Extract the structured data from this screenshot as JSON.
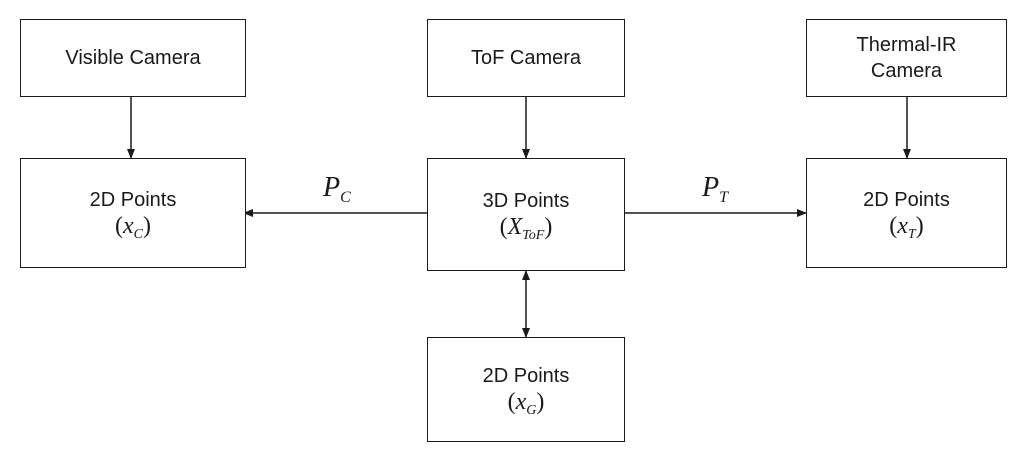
{
  "nodes": {
    "visible_camera": {
      "label": "Visible Camera"
    },
    "tof_camera": {
      "label": "ToF Camera"
    },
    "thermal_camera": {
      "line1": "Thermal-IR",
      "line2": "Camera"
    },
    "points_2d_c": {
      "label": "2D Points",
      "open": "(",
      "sym": "x",
      "sub": "C",
      "close": ")"
    },
    "points_3d": {
      "label": "3D Points",
      "open": "(",
      "sym": "X",
      "sub": "ToF",
      "close": ")"
    },
    "points_2d_t": {
      "label": "2D Points",
      "open": "(",
      "sym": "x",
      "sub": "T",
      "close": ")"
    },
    "points_2d_g": {
      "label": "2D Points",
      "open": "(",
      "sym": "x",
      "sub": "G",
      "close": ")"
    }
  },
  "edges": {
    "p_c": {
      "sym": "P",
      "sub": "C"
    },
    "p_t": {
      "sym": "P",
      "sub": "T"
    }
  },
  "colors": {
    "stroke": "#1a1a1a",
    "background": "#ffffff"
  }
}
